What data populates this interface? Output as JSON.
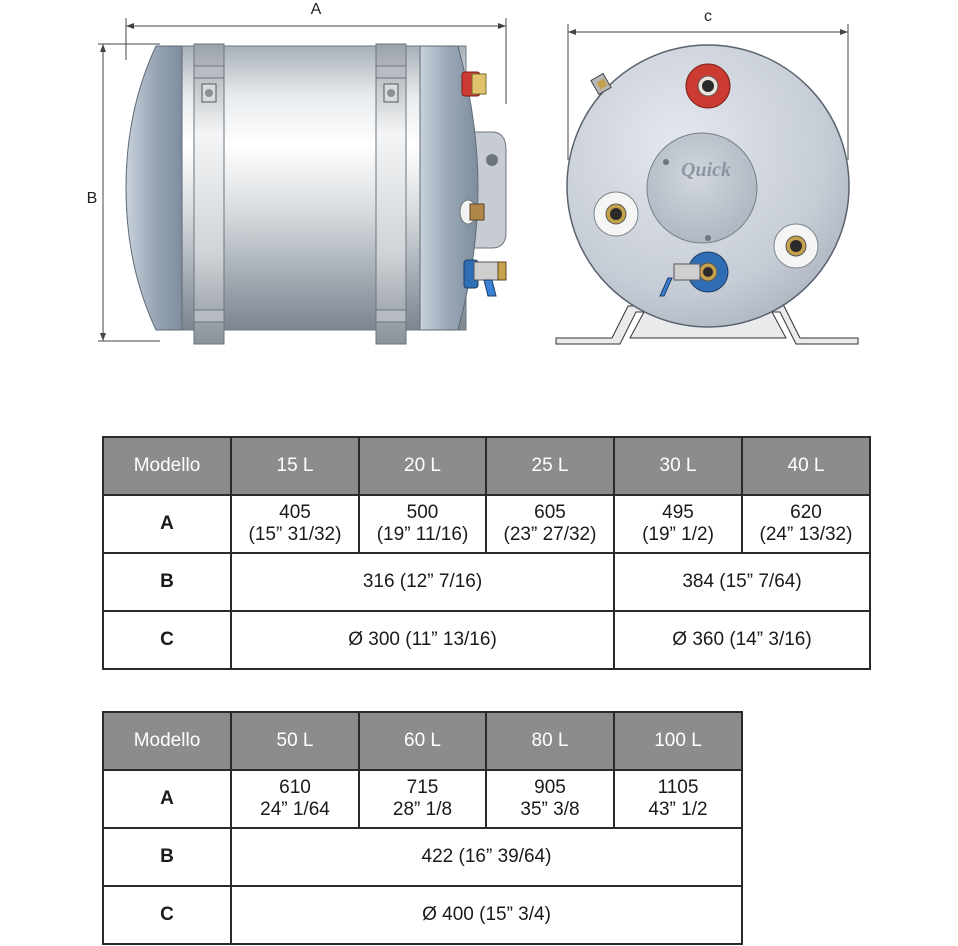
{
  "drawing": {
    "dim_a": "A",
    "dim_b": "B",
    "dim_c": "c",
    "logo": "Quick",
    "colors": {
      "tank_body": "#c8cdd3",
      "end_cap": "#97a5b5",
      "hot_outlet": "#cc3b32",
      "cold_inlet": "#2f6db5",
      "drain_valve_handle": "#3b7fd6"
    }
  },
  "table1": {
    "headers": [
      "Modello",
      "15 L",
      "20 L",
      "25 L",
      "30 L",
      "40 L"
    ],
    "row_a": {
      "label": "A",
      "cells": [
        {
          "line1": "405",
          "line2": "(15” 31/32)"
        },
        {
          "line1": "500",
          "line2": "(19” 11/16)"
        },
        {
          "line1": "605",
          "line2": "(23” 27/32)"
        },
        {
          "line1": "495",
          "line2": "(19” 1/2)"
        },
        {
          "line1": "620",
          "line2": "(24” 13/32)"
        }
      ]
    },
    "row_b": {
      "label": "B",
      "cells": [
        "316 (12” 7/16)",
        "384 (15” 7/64)"
      ]
    },
    "row_c": {
      "label": "C",
      "cells": [
        "Ø 300 (11” 13/16)",
        "Ø 360 (14” 3/16)"
      ]
    }
  },
  "table2": {
    "headers": [
      "Modello",
      "50 L",
      "60 L",
      "80 L",
      "100 L"
    ],
    "row_a": {
      "label": "A",
      "cells": [
        {
          "line1": "610",
          "line2": "24” 1/64"
        },
        {
          "line1": "715",
          "line2": "28” 1/8"
        },
        {
          "line1": "905",
          "line2": "35” 3/8"
        },
        {
          "line1": "1105",
          "line2": "43” 1/2"
        }
      ]
    },
    "row_b": {
      "label": "B",
      "cells": [
        "422 (16” 39/64)"
      ]
    },
    "row_c": {
      "label": "C",
      "cells": [
        "Ø 400 (15” 3/4)"
      ]
    }
  }
}
